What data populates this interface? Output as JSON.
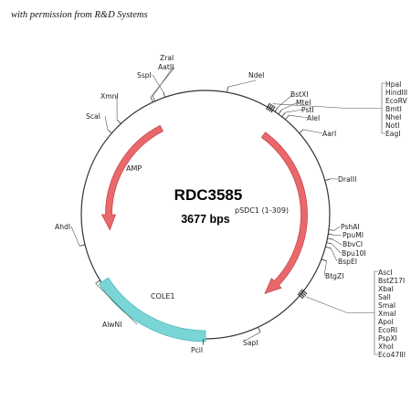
{
  "credit": "with permission from R&D Systems",
  "plasmid": {
    "name": "RDC3585",
    "size": "3677 bps"
  },
  "features": [
    {
      "label": "AMP",
      "color": "#e8686b",
      "direction": "ccw"
    },
    {
      "label": "pSDC1 (1-309)",
      "color": "#e8686b",
      "direction": "cw"
    },
    {
      "label": "COLE1",
      "color": "#7ad6d6"
    }
  ],
  "sites": [
    "ZraI",
    "AatII",
    "SspI",
    "NdeI",
    "XmnI",
    "BstXI",
    "MteI",
    "PstI",
    "AleI",
    "ScaI",
    "AarI",
    "DraIII",
    "AhdI",
    "PshAI",
    "PpuMI",
    "BbvCI",
    "Bpu10I",
    "BspEI",
    "BtgZI",
    "AlwNI",
    "SapI",
    "PciI"
  ],
  "site_groups": [
    [
      "HpaI",
      "HindIII",
      "EcoRV",
      "BmtI",
      "NheI",
      "NotI",
      "EagI"
    ],
    [
      "AscI",
      "BstZ17I",
      "XbaI",
      "SalI",
      "SmaI",
      "XmaI",
      "ApoI",
      "EcoRI",
      "PspXI",
      "XhoI",
      "Eco47III"
    ]
  ],
  "colors": {
    "circle": "#333333",
    "amp": "#e8686b",
    "cole1": "#7ad6d6",
    "arrow_outline": "#c94a4d",
    "cole1_outline": "#4fb8b8"
  }
}
